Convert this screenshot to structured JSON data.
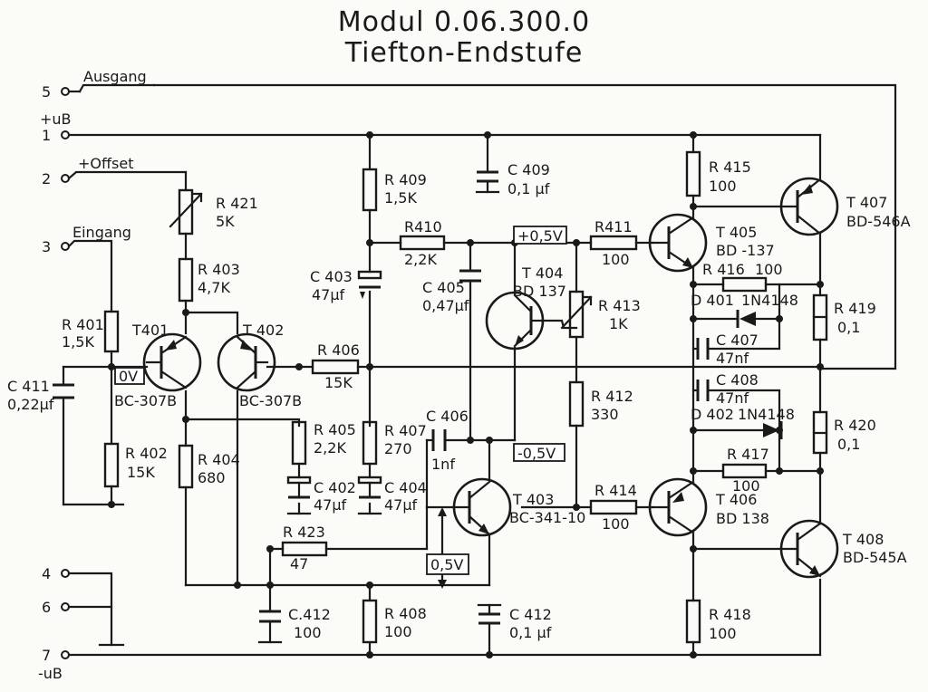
{
  "title": {
    "line1": "Modul 0.06.300.0",
    "line2": "Tiefton-Endstufe"
  },
  "terminals": [
    {
      "num": "5",
      "label": "Ausgang"
    },
    {
      "num": "1",
      "label": "+uB"
    },
    {
      "num": "2",
      "label": "+Offset"
    },
    {
      "num": "3",
      "label": "Eingang"
    },
    {
      "num": "4",
      "label": ""
    },
    {
      "num": "6",
      "label": ""
    },
    {
      "num": "7",
      "label": "-uB"
    }
  ],
  "components": {
    "r401": {
      "name": "R 401",
      "value": "1,5K"
    },
    "r402": {
      "name": "R 402",
      "value": "15K"
    },
    "r403": {
      "name": "R 403",
      "value": "4,7K"
    },
    "r404": {
      "name": "R 404",
      "value": "680"
    },
    "r405": {
      "name": "R 405",
      "value": "2,2K"
    },
    "r406": {
      "name": "R 406",
      "value": "15K"
    },
    "r407": {
      "name": "R 407",
      "value": "270"
    },
    "r408": {
      "name": "R 408",
      "value": "100"
    },
    "r409": {
      "name": "R 409",
      "value": "1,5K"
    },
    "r410": {
      "name": "R410",
      "value": "2,2K"
    },
    "r411": {
      "name": "R411",
      "value": "100"
    },
    "r412": {
      "name": "R 412",
      "value": "330"
    },
    "r413": {
      "name": "R 413",
      "value": "1K"
    },
    "r414": {
      "name": "R 414",
      "value": "100"
    },
    "r415": {
      "name": "R 415",
      "value": "100"
    },
    "r416": {
      "name": "R 416",
      "value": "100"
    },
    "r417": {
      "name": "R 417",
      "value": "100"
    },
    "r418": {
      "name": "R 418",
      "value": "100"
    },
    "r419": {
      "name": "R 419",
      "value": "0,1"
    },
    "r420": {
      "name": "R 420",
      "value": "0,1"
    },
    "r421": {
      "name": "R 421",
      "value": "5K"
    },
    "r423": {
      "name": "R 423",
      "value": "47"
    },
    "c402": {
      "name": "C 402",
      "value": "47µf"
    },
    "c403": {
      "name": "C 403",
      "value": "47µf"
    },
    "c404": {
      "name": "C 404",
      "value": "47µf"
    },
    "c405": {
      "name": "C 405",
      "value": "0,47µf"
    },
    "c406": {
      "name": "C 406",
      "value": "1nf"
    },
    "c407": {
      "name": "C 407",
      "value": "47nf"
    },
    "c408": {
      "name": "C 408",
      "value": "47nf"
    },
    "c409": {
      "name": "C 409",
      "value": "0,1 µf"
    },
    "c411": {
      "name": "C 411",
      "value": "0,22µf"
    },
    "c412a": {
      "name": "C.412",
      "value": "100"
    },
    "c412b": {
      "name": "C 412",
      "value": "0,1 µf"
    },
    "d401": {
      "name": "D 401",
      "value": "1N4148"
    },
    "d402": {
      "name": "D 402",
      "value": "1N4148"
    },
    "t401": {
      "name": "T401",
      "value": "BC-307B"
    },
    "t402": {
      "name": "T 402",
      "value": "BC-307B"
    },
    "t403": {
      "name": "T 403",
      "value": "BC-341-10"
    },
    "t404": {
      "name": "T 404",
      "value": "BD 137"
    },
    "t405": {
      "name": "T 405",
      "value": "BD -137"
    },
    "t406": {
      "name": "T 406",
      "value": "BD 138"
    },
    "t407": {
      "name": "T 407",
      "value": "BD-546A"
    },
    "t408": {
      "name": "T 408",
      "value": "BD-545A"
    }
  },
  "voltages": {
    "v0": "0V",
    "vplus": "+0,5V",
    "vminus": "-0,5V",
    "vbias": "0,5V"
  }
}
